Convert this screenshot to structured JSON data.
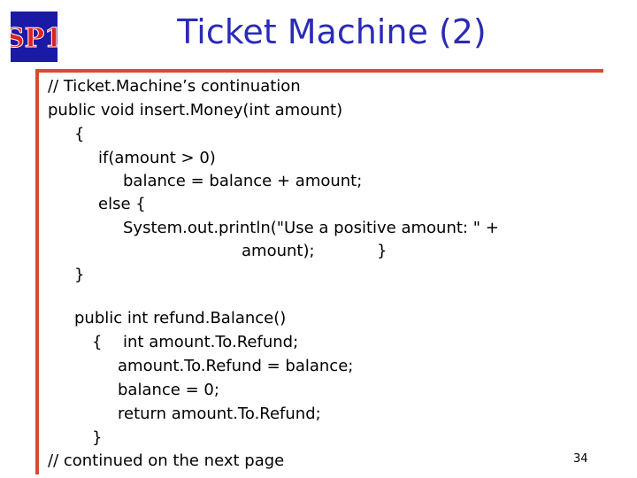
{
  "slide": {
    "title": "Ticket Machine (2)",
    "page_number": "34",
    "logo_text": "SP1"
  },
  "code": {
    "lines": [
      "// Ticket.Machine’s continuation",
      "public void insert.Money(int amount)",
      "{",
      "if(amount > 0)",
      "balance = balance + amount;",
      "else {",
      "System.out.println(\"Use a positive amount: \" +",
      "amount);",
      "}",
      "}",
      "public int refund.Balance()",
      "{",
      "int amount.To.Refund;",
      "amount.To.Refund = balance;",
      "balance = 0;",
      "return amount.To.Refund;",
      "}",
      "// continued on the next page"
    ]
  },
  "colors": {
    "title": "#2b2bb8",
    "accent_bar": "#d84a2f",
    "logo_bg": "#1a1aa6",
    "logo_text": "#e02020"
  }
}
